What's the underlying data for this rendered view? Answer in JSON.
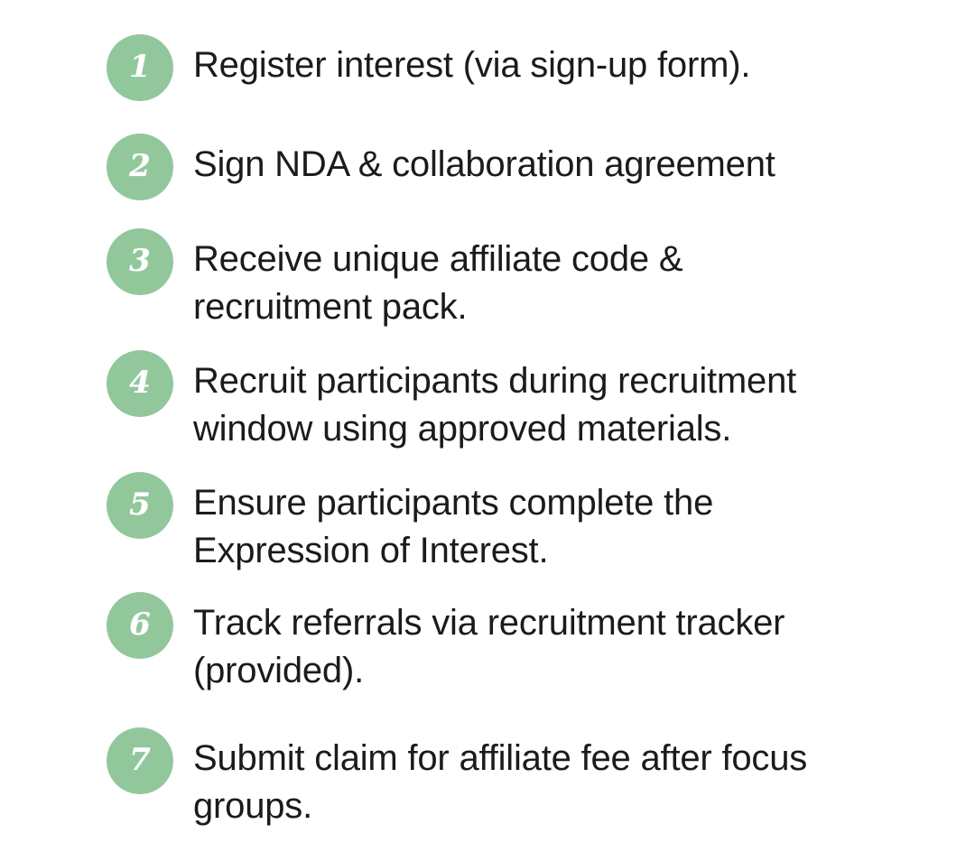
{
  "page": {
    "background_color": "#ffffff",
    "text_color": "#1b1b1b",
    "accent_color": "#92c79c",
    "badge_number_color": "#ffffff"
  },
  "steps": [
    {
      "number": "1",
      "text": "Register interest (via sign-up form)."
    },
    {
      "number": "2",
      "text": "Sign NDA & collaboration agreement"
    },
    {
      "number": "3",
      "text": "Receive unique affiliate code &\nrecruitment pack."
    },
    {
      "number": "4",
      "text": "Recruit participants during recruitment\nwindow using approved materials."
    },
    {
      "number": "5",
      "text": "Ensure participants complete the\nExpression of Interest."
    },
    {
      "number": "6",
      "text": "Track referrals via recruitment tracker\n(provided)."
    },
    {
      "number": "7",
      "text": "Submit claim for affiliate fee after focus\ngroups."
    }
  ]
}
